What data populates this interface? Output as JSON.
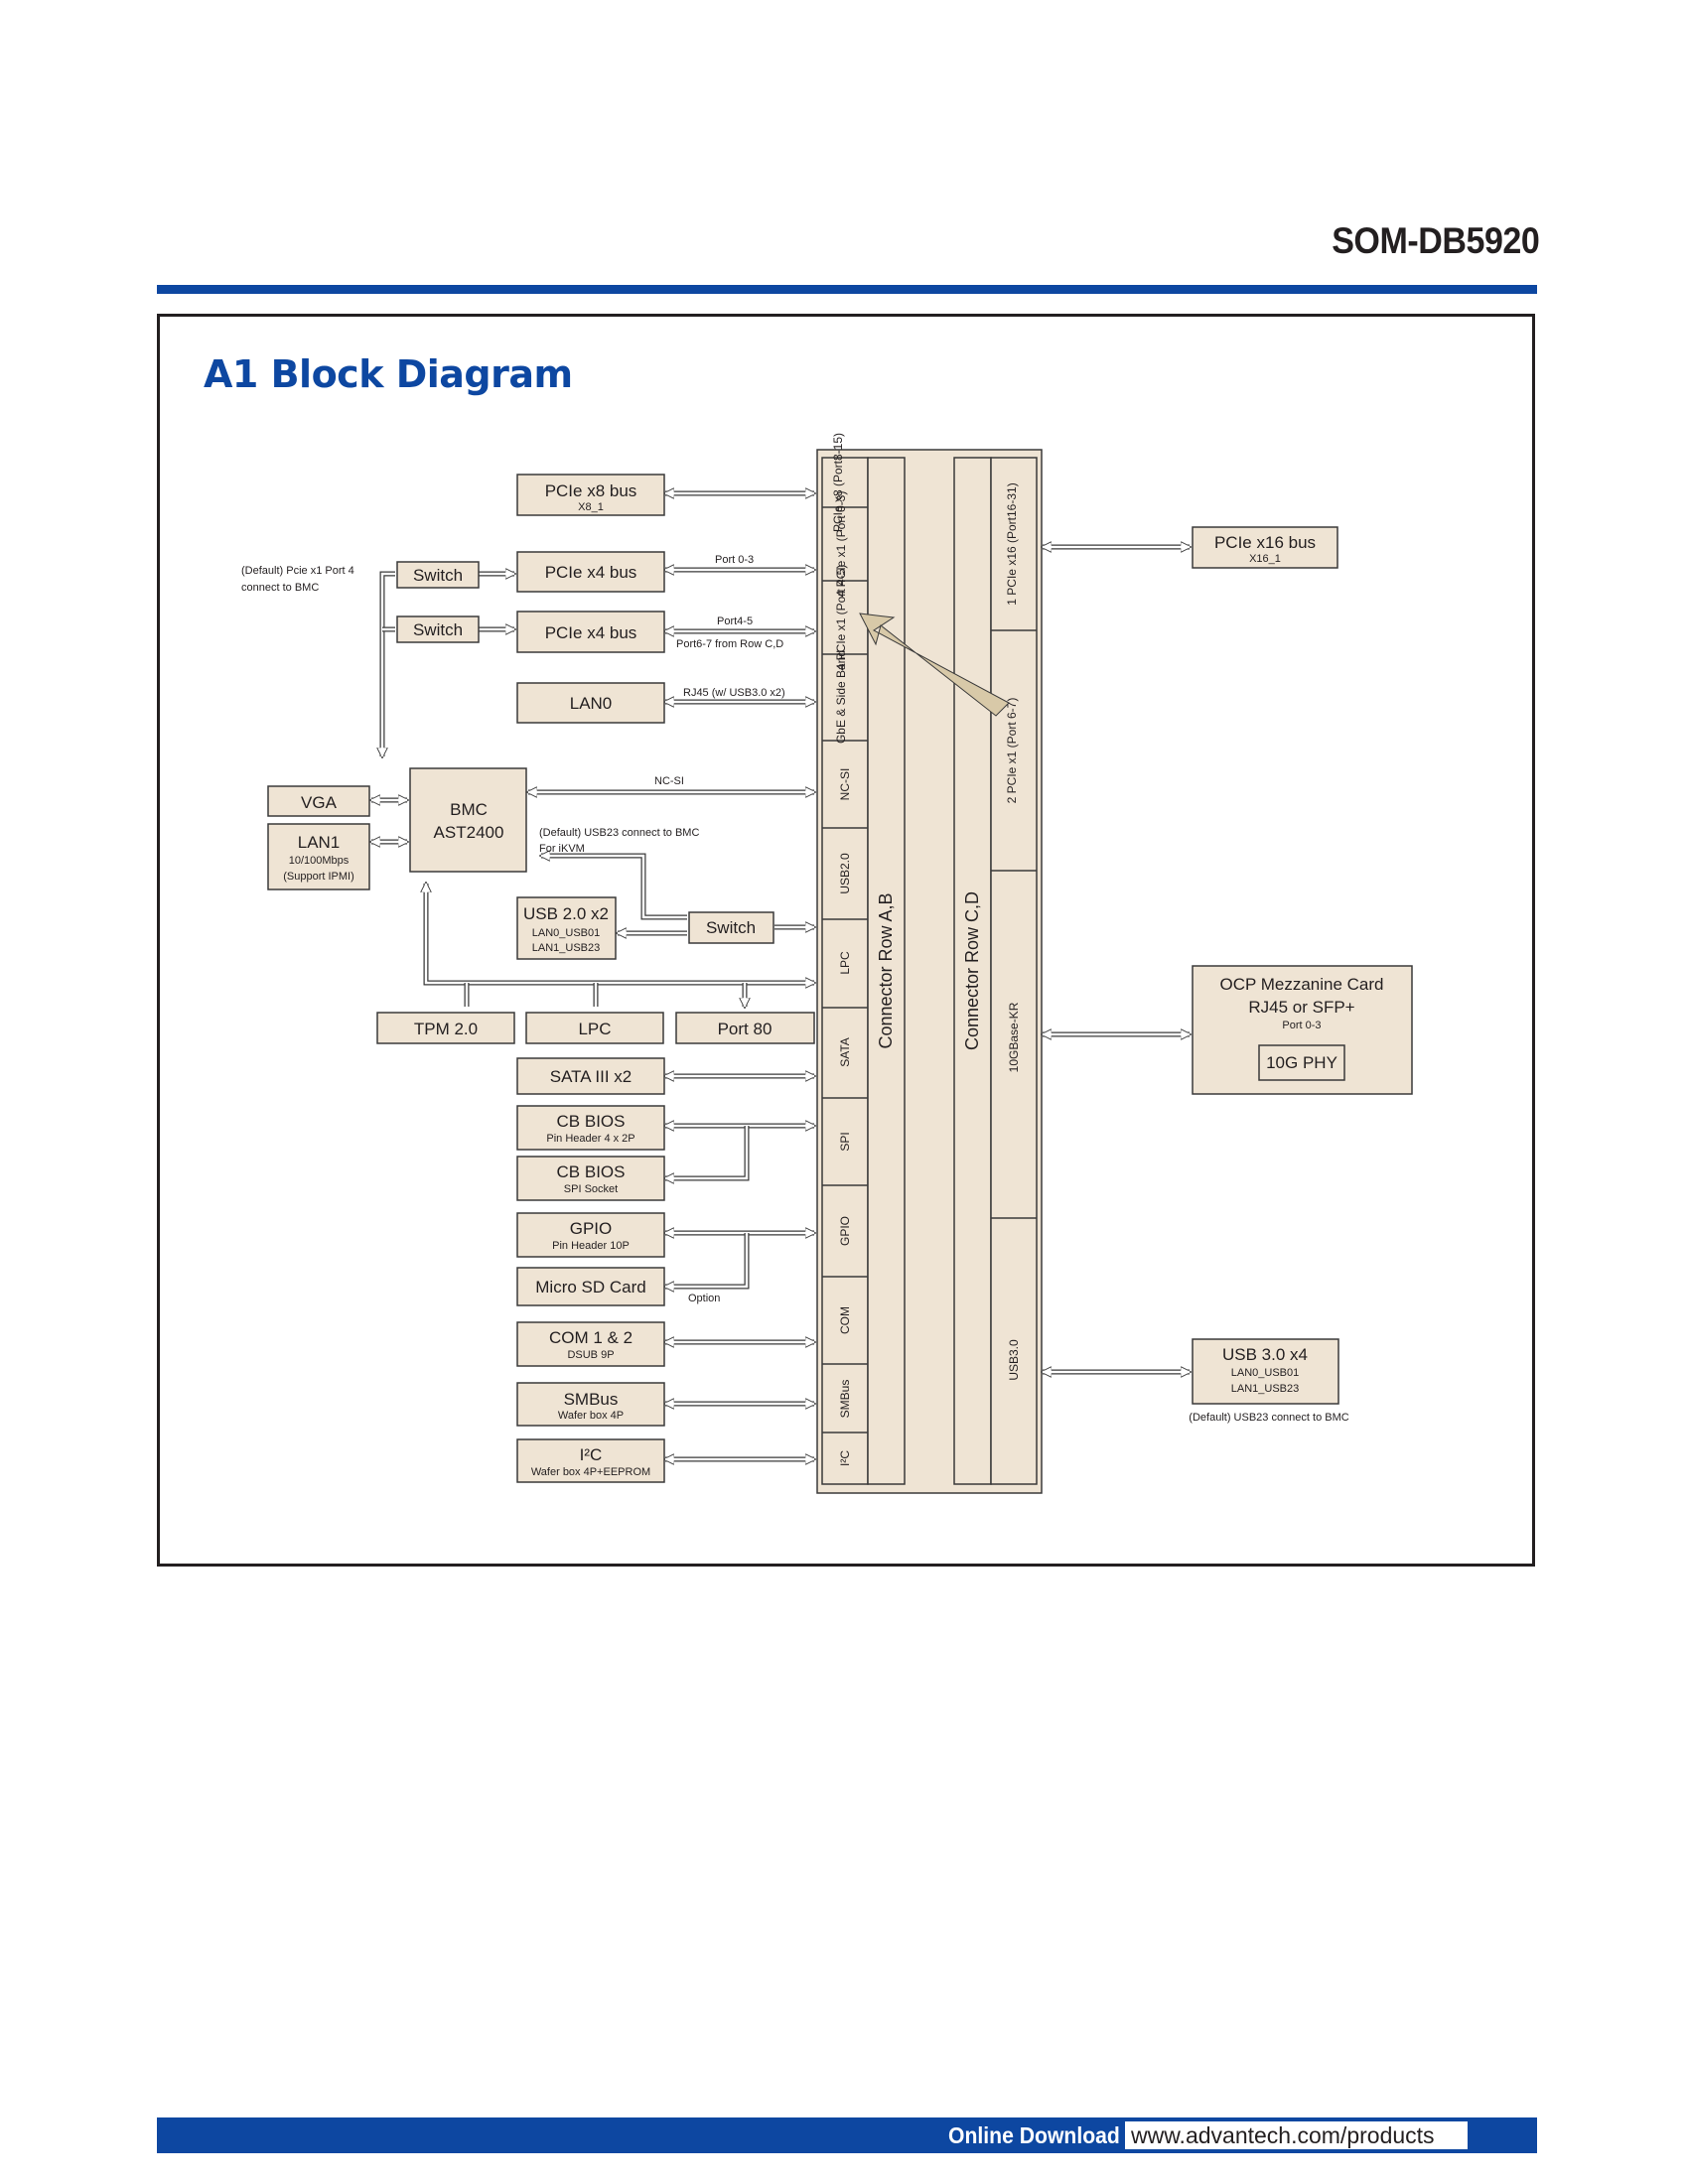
{
  "header": {
    "model": "SOM-DB5920"
  },
  "title": "A1 Block Diagram",
  "left": {
    "pcie_x8": {
      "title": "PCIe x8 bus",
      "sub": "X8_1"
    },
    "pcie_x4a": {
      "title": "PCIe x4 bus"
    },
    "pcie_x4b": {
      "title": "PCIe x4 bus"
    },
    "lan0": {
      "title": "LAN0"
    },
    "switch1": "Switch",
    "switch2": "Switch",
    "switch3": "Switch",
    "default_note": [
      "(Default) Pcie x1 Port 4",
      "connect to BMC"
    ],
    "vga": "VGA",
    "lan1": {
      "title": "LAN1",
      "sub1": "10/100Mbps",
      "sub2": "(Support IPMI)"
    },
    "bmc": {
      "line1": "BMC",
      "line2": "AST2400"
    },
    "usb20": {
      "title": "USB 2.0 x2",
      "sub1": "LAN0_USB01",
      "sub2": "LAN1_USB23"
    },
    "tpm": "TPM 2.0",
    "lpc": "LPC",
    "port80": "Port 80",
    "sata": "SATA III x2",
    "cbbios1": {
      "title": "CB BIOS",
      "sub": "Pin Header 4 x 2P"
    },
    "cbbios2": {
      "title": "CB BIOS",
      "sub": "SPI Socket"
    },
    "gpio": {
      "title": "GPIO",
      "sub": "Pin Header 10P"
    },
    "microsd": "Micro SD Card",
    "com": {
      "title": "COM 1 & 2",
      "sub": "DSUB 9P"
    },
    "smbus": {
      "title": "SMBus",
      "sub": "Wafer box 4P"
    },
    "i2c": {
      "title": "I²C",
      "sub": "Wafer box 4P+EEPROM"
    }
  },
  "labels": {
    "port03": "Port 0-3",
    "port45": "Port4-5",
    "port67": "Port6-7 from Row C,D",
    "rj45": "RJ45 (w/ USB3.0 x2)",
    "ncsi": "NC-SI",
    "usb23bmc": "(Default) USB23 connect to BMC",
    "forikvm": "For iKVM",
    "option": "Option"
  },
  "connector": {
    "ab_signals": [
      "PCIe x8 (Port8-15)",
      "4 PCIe x1 (Port 0-3)",
      "4 PCIe x1 (Port 4-5)",
      "GbE & Side Band",
      "NC-SI",
      "USB2.0",
      "LPC",
      "SATA",
      "SPI",
      "GPIO",
      "COM",
      "SMBus",
      "I²C"
    ],
    "ab_label": "Connector Row A,B",
    "cd_label": "Connector Row C,D",
    "cd_signals": [
      "1 PCIe x16 (Port16-31)",
      "2 PCIe x1 (Port 6-7)",
      "10GBase-KR",
      "USB3.0"
    ]
  },
  "right": {
    "pcie_x16": {
      "title": "PCIe x16 bus",
      "sub": "X16_1"
    },
    "ocp": {
      "line1": "OCP Mezzanine Card",
      "line2": "RJ45 or SFP+",
      "sub": "Port 0-3",
      "phy": "10G PHY"
    },
    "usb30": {
      "title": "USB 3.0 x4",
      "sub1": "LAN0_USB01",
      "sub2": "LAN1_USB23",
      "note": "(Default) USB23 connect to BMC"
    }
  },
  "footer": {
    "label": "Online Download",
    "url": "www.advantech.com/products"
  }
}
